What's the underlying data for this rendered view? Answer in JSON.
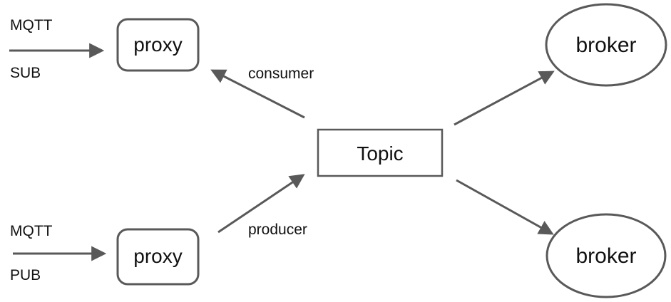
{
  "colors": {
    "stroke": "#595959",
    "text": "#111111",
    "background": "#ffffff"
  },
  "left_inputs": {
    "top": {
      "protocol": "MQTT",
      "mode": "SUB"
    },
    "bottom": {
      "protocol": "MQTT",
      "mode": "PUB"
    }
  },
  "nodes": {
    "proxy_top": "proxy",
    "proxy_bottom": "proxy",
    "topic": "Topic",
    "broker_top": "broker",
    "broker_bottom": "broker"
  },
  "edges": {
    "consumer": "consumer",
    "producer": "producer"
  }
}
